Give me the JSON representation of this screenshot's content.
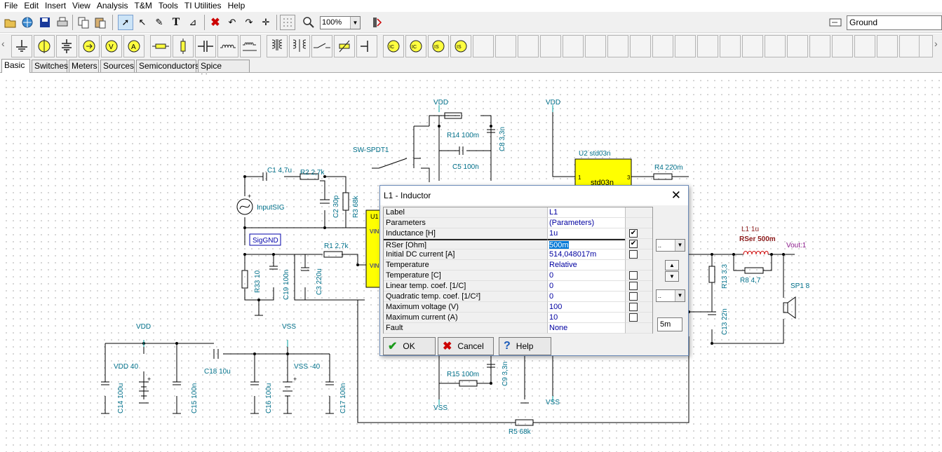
{
  "menu": [
    "File",
    "Edit",
    "Insert",
    "View",
    "Analysis",
    "T&M",
    "Tools",
    "TI Utilities",
    "Help"
  ],
  "toolbar": {
    "zoom": "100%",
    "ground_combo": "Ground"
  },
  "tabs": [
    "Basic",
    "Switches",
    "Meters",
    "Sources",
    "Semiconductors",
    "Spice Macros"
  ],
  "schematic": {
    "labels": {
      "vdd_top1": "VDD",
      "vdd_top2": "VDD",
      "vdd_left": "VDD",
      "vss_left": "VSS",
      "vss_bottom1": "VSS",
      "vss_bottom2": "VSS",
      "r14": "R14 100m",
      "c8": "C8 3,3n",
      "c5": "C5 100n",
      "sw": "SW-SPDT1",
      "u2": "U2 std03n",
      "u2_body": "std03n",
      "r4": "R4 220m",
      "c1": "C1 4,7u",
      "r2": "R2 2,7k",
      "c2": "C2 30p",
      "r3": "R3 68k",
      "input": "InputSIG",
      "siggnd": "SigGND",
      "r1": "R1 2,7k",
      "r33": "R33 10",
      "c19": "C19 100n",
      "c3": "C3 220u",
      "u1": "U1",
      "vin1": "VIN",
      "vin2": "VIN",
      "l1": "L1 1u",
      "rser": "RSer 500m",
      "vout": "Vout:1",
      "r13": "R13 3,3",
      "r8": "R8 4,7",
      "sp1": "SP1 8",
      "c13": "C13 22n",
      "vdd40": "VDD 40",
      "vss40": "VSS -40",
      "c18": "C18 10u",
      "c14": "C14 100u",
      "c15": "C15 100n",
      "c16": "C16 100u",
      "c17": "C17 100n",
      "r15": "R15 100m",
      "c9": "C9 3,3n",
      "r5": "R5 68k",
      "pin1": "1",
      "pin3": "3"
    }
  },
  "dialog": {
    "title": "L1 - Inductor",
    "rows": [
      {
        "name": "Label",
        "value": "L1",
        "check": null
      },
      {
        "name": "Parameters",
        "value": "(Parameters)",
        "check": null
      },
      {
        "name": "Inductance   [H]",
        "value": "1u",
        "check": true
      },
      {
        "name": "RSer     [Ohm]",
        "value": "500m",
        "check": true,
        "selected": true
      },
      {
        "name": "Initial DC current [A]",
        "value": "514,048017m",
        "check": false
      },
      {
        "name": "Temperature",
        "value": "Relative",
        "check": null
      },
      {
        "name": "Temperature [C]",
        "value": "0",
        "check": false
      },
      {
        "name": "Linear temp. coef. [1/C]",
        "value": "0",
        "check": false
      },
      {
        "name": "Quadratic temp. coef. [1/C²]",
        "value": "0",
        "check": false
      },
      {
        "name": "Maximum voltage (V)",
        "value": "100",
        "check": false
      },
      {
        "name": "Maximum current (A)",
        "value": "10",
        "check": false
      },
      {
        "name": "Fault",
        "value": "None",
        "check": null
      }
    ],
    "side": {
      "combo1": "..",
      "combo2": "..",
      "step_value": "5m"
    },
    "buttons": {
      "ok": "OK",
      "cancel": "Cancel",
      "help": "Help"
    }
  },
  "colors": {
    "wire": "#000000",
    "label": "#00708a",
    "ic_fill": "#ffff00",
    "dialog_border": "#6a8ab8",
    "selection": "#0078d7"
  }
}
